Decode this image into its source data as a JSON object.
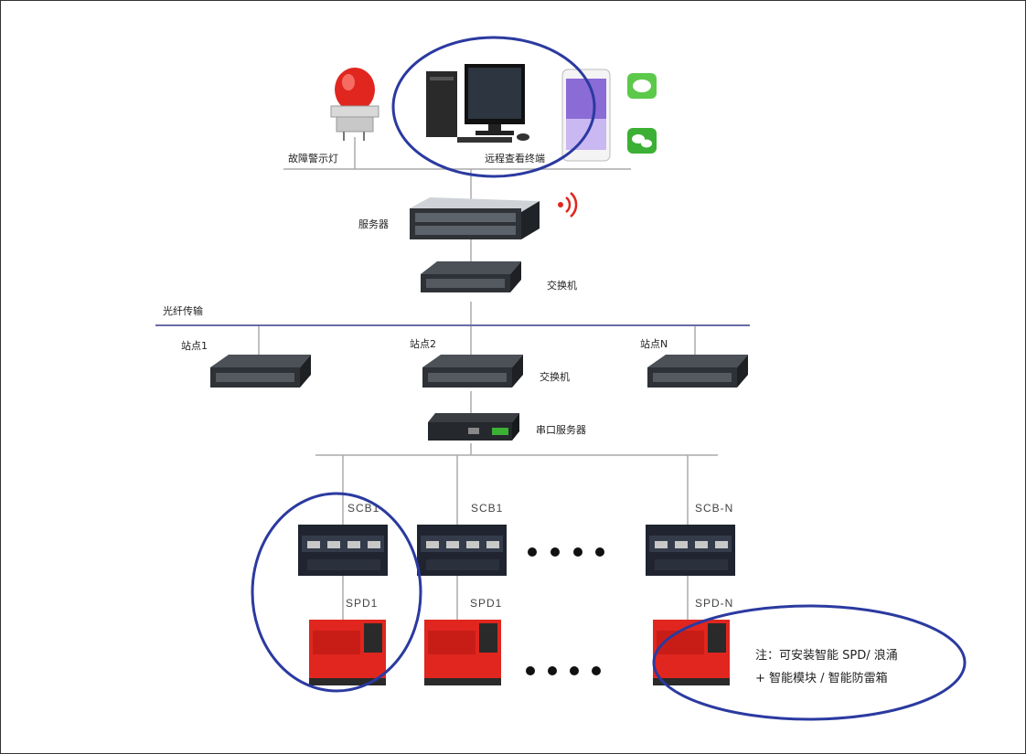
{
  "labels": {
    "alarm_light": "故障警示灯",
    "remote_terminal": "远程查看终端",
    "server": "服务器",
    "switch_top": "交换机",
    "fiber": "光纤传输",
    "site1": "站点1",
    "site2": "站点2",
    "siteN": "站点N",
    "switch_mid": "交换机",
    "serial_server": "串口服务器",
    "scb_1a": "SCB1",
    "scb_1b": "SCB1",
    "scb_n": "SCB-N",
    "spd_1a": "SPD1",
    "spd_1b": "SPD1",
    "spd_n": "SPD-N",
    "note_line1": "注：可安装智能 SPD/ 浪涌",
    "note_line2": "+ 智能模块 / 智能防雷箱"
  },
  "colors": {
    "highlight_ellipse": "#2b3aa0",
    "fiber_line": "#6a6aa8",
    "spd_red": "#e0261f",
    "scb_dark": "#1f2430",
    "switch_gray": "#3c3f45",
    "wechat_green": "#3cb034"
  },
  "icons": [
    "alarm-light-icon",
    "desktop-computer-icon",
    "smartphone-icon",
    "chat-app-icon",
    "wechat-icon",
    "wifi-signal-icon",
    "rack-server-icon",
    "network-switch-icon",
    "serial-server-icon",
    "scb-breaker-icon",
    "spd-module-icon"
  ]
}
